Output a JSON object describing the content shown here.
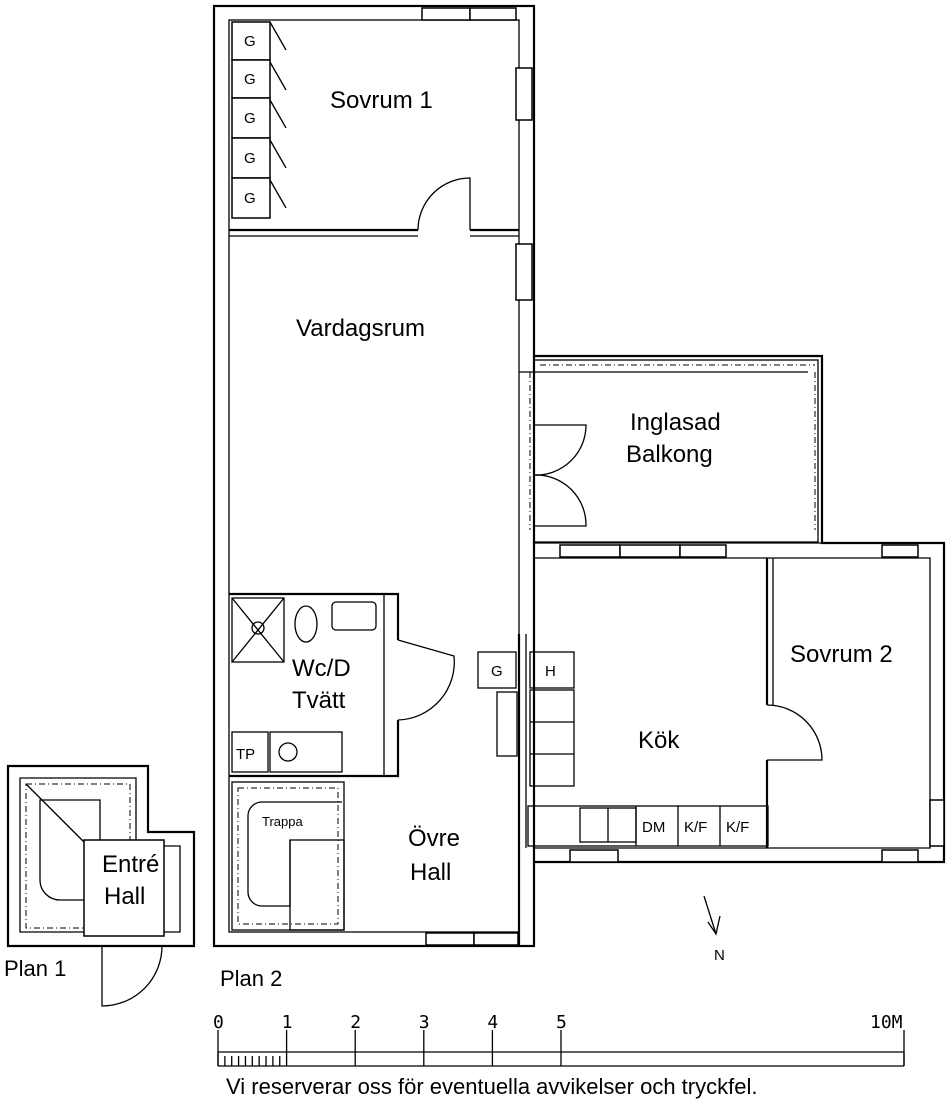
{
  "rooms": {
    "sovrum1": "Sovrum 1",
    "vardagsrum": "Vardagsrum",
    "balkong_line1": "Inglasad",
    "balkong_line2": "Balkong",
    "sovrum2": "Sovrum 2",
    "wc_line1": "Wc/D",
    "wc_line2": "Tvätt",
    "kok": "Kök",
    "ovre_line1": "Övre",
    "ovre_line2": "Hall",
    "trappa": "Trappa",
    "entre_line1": "Entré",
    "entre_line2": "Hall"
  },
  "fixtures": {
    "wardrobe": "G",
    "kitchen_g": "G",
    "kitchen_h": "H",
    "tp": "TP",
    "dm": "DM",
    "kf1": "K/F",
    "kf2": "K/F"
  },
  "plans": {
    "plan1": "Plan 1",
    "plan2": "Plan 2"
  },
  "north": "N",
  "scale": {
    "ticks": [
      "0",
      "1",
      "2",
      "3",
      "4",
      "5",
      "10M"
    ],
    "max_m": 10
  },
  "disclaimer": "Vi reserverar oss för eventuella avvikelser och tryckfel."
}
